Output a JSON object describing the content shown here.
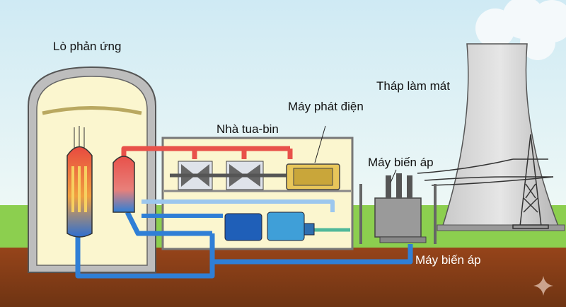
{
  "labels": {
    "reactor": "Lò phản ứng",
    "cooling_tower": "Tháp làm mát",
    "generator": "Máy phát điện",
    "turbine_hall": "Nhà tua-bin",
    "transformer": "Máy biến áp",
    "transformer_bottom": "Máy biến áp"
  },
  "colors": {
    "sky": "#dff1f7",
    "grass": "#8ccf4f",
    "soil": "#8a3f18",
    "hot_pipe": "#e8514a",
    "cold_pipe": "#2f7fd6",
    "cream": "#fbf6cf",
    "steel": "#a9a9a9"
  },
  "icons": {
    "corner": "sparkle-icon"
  }
}
